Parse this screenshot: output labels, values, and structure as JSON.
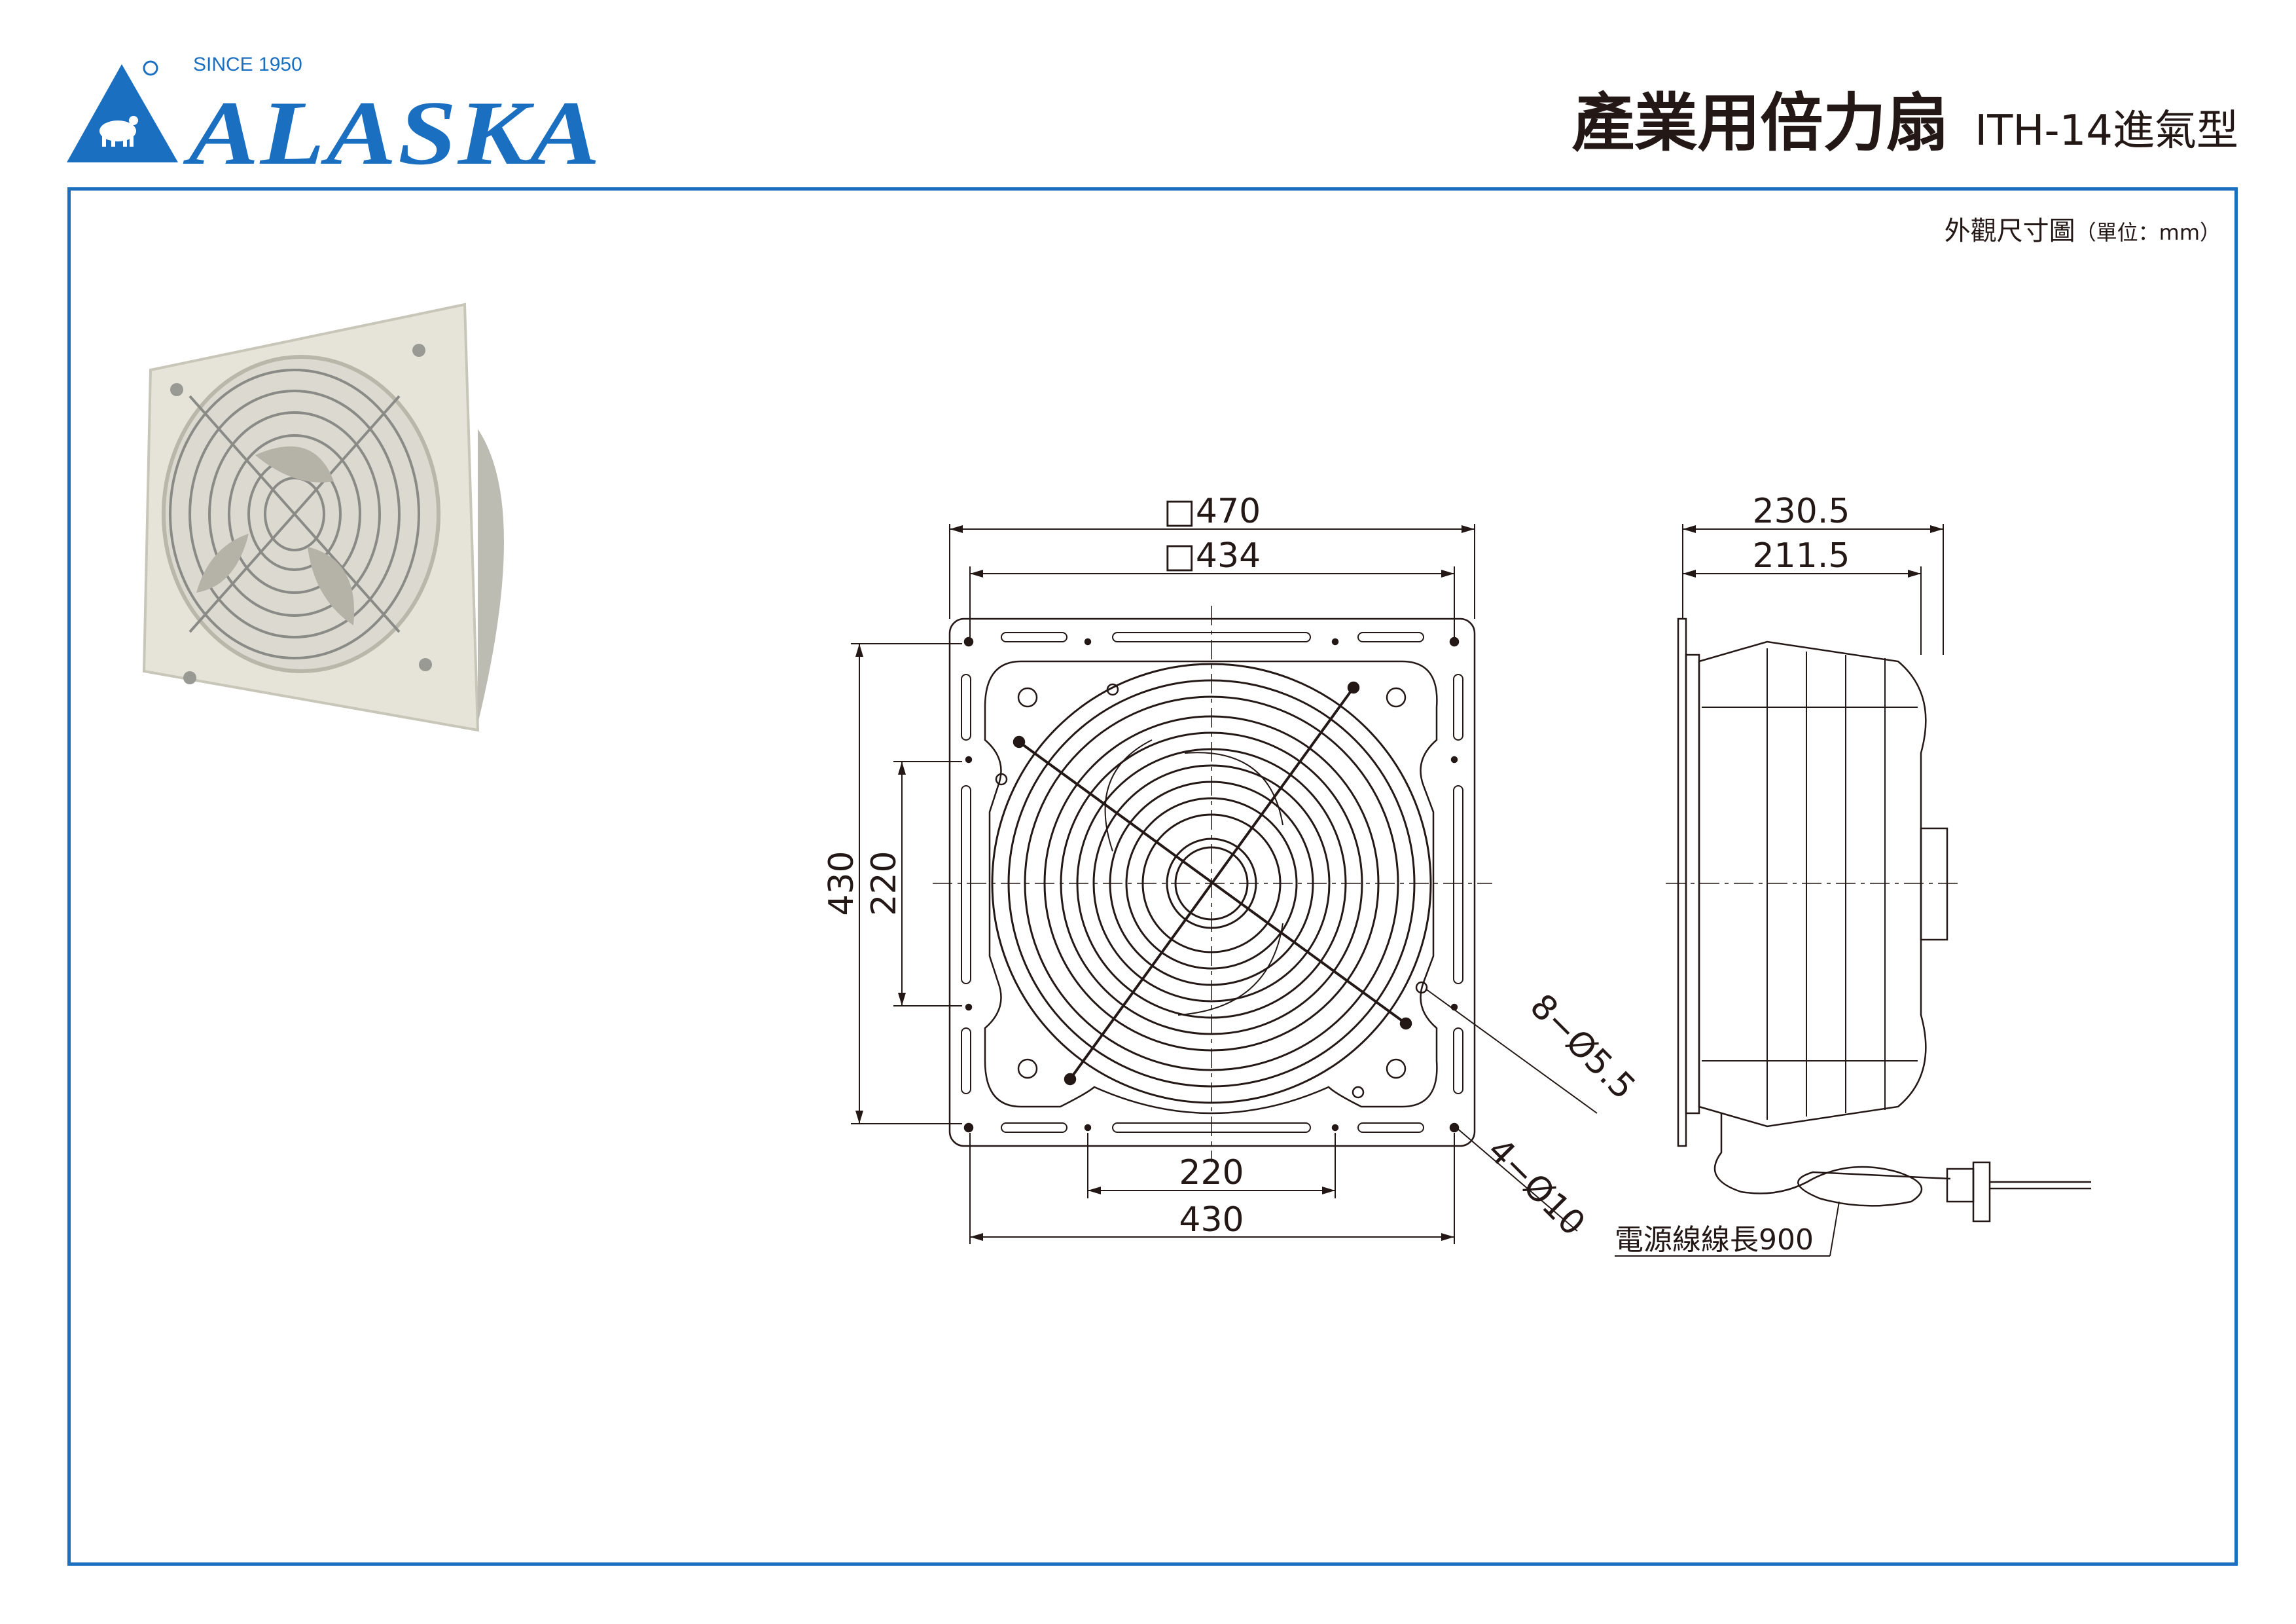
{
  "brand": {
    "name": "ALASKA",
    "since": "SINCE 1950",
    "registered_mark": "®",
    "color": "#1a6fc0"
  },
  "header": {
    "title": "產業用倍力扇",
    "model": "ITH-14進氣型"
  },
  "drawing": {
    "subtitle": "外觀尺寸圖",
    "unit_note": "（單位：mm）",
    "front_view": {
      "outer_width": "□470",
      "inner_width": "□434",
      "height_outer": "430",
      "height_inner": "220",
      "bottom_inner": "220",
      "bottom_outer": "430",
      "small_holes": "8−Ø5.5",
      "large_holes": "4−Ø10"
    },
    "side_view": {
      "depth_total": "230.5",
      "depth_guard": "211.5",
      "cable_note": "電源線線長900"
    }
  }
}
